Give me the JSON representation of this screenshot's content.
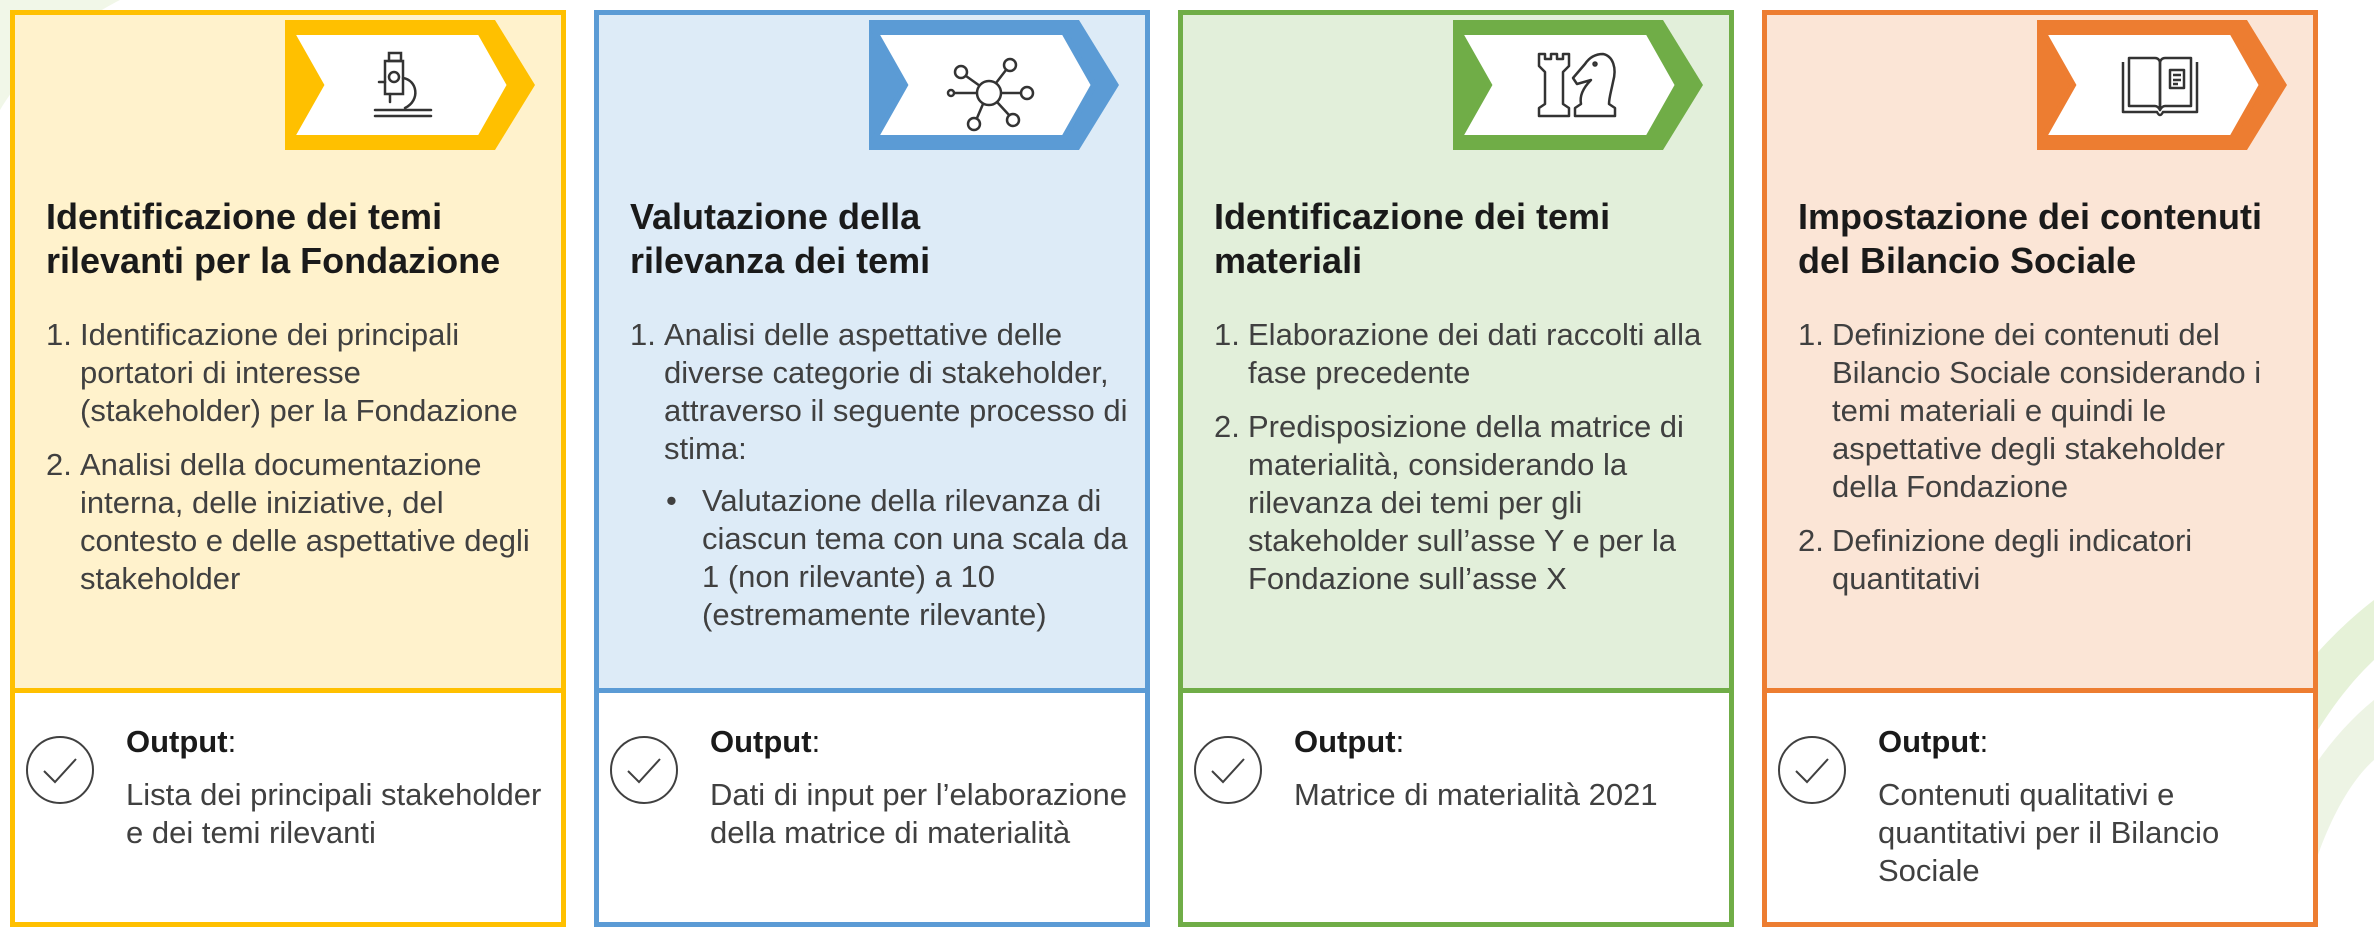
{
  "colors": {
    "yellow": "#FFC000",
    "yellow_bg": "#FFF2CC",
    "blue": "#5B9BD5",
    "blue_bg": "#DDEBF7",
    "green": "#70AD47",
    "green_bg": "#E2EFDA",
    "orange": "#ED7D31",
    "orange_bg": "#FBE5D6"
  },
  "columns": [
    {
      "icon": "microscope-icon",
      "title_lines": [
        "Identificazione dei temi",
        "rilevanti per la Fondazione"
      ],
      "items": [
        {
          "num": "1.",
          "text": "Identificazione dei principali portatori di interesse (stakeholder) per la Fondazione"
        },
        {
          "num": "2.",
          "text": "Analisi della documentazione interna, delle iniziative, del contesto e delle aspettative degli stakeholder"
        }
      ],
      "output_label": "Output",
      "output_text": "Lista dei principali stakeholder e dei temi rilevanti"
    },
    {
      "icon": "network-icon",
      "title_lines": [
        "Valutazione della",
        "rilevanza dei temi"
      ],
      "items": [
        {
          "num": "1.",
          "text": "Analisi delle aspettative delle diverse categorie di stakeholder, attraverso il seguente processo di stima:",
          "sub": [
            {
              "bullet": "•",
              "text": "Valutazione della rilevanza di ciascun tema con una scala da 1 (non rilevante) a 10 (estremamente rilevante)"
            }
          ]
        }
      ],
      "output_label": "Output",
      "output_text": "Dati di input per l’elaborazione della matrice di materialità"
    },
    {
      "icon": "chess-pieces-icon",
      "title_lines": [
        "Identificazione dei temi",
        "materiali"
      ],
      "items": [
        {
          "num": "1.",
          "text": "Elaborazione dei dati raccolti alla fase precedente"
        },
        {
          "num": "2.",
          "text": "Predisposizione della matrice di materialità, considerando la rilevanza dei temi per gli stakeholder sull’asse Y e per la Fondazione sull’asse X"
        }
      ],
      "output_label": "Output",
      "output_text": "Matrice di materialità 2021"
    },
    {
      "icon": "open-book-icon",
      "title_lines": [
        "Impostazione dei contenuti",
        "del Bilancio Sociale"
      ],
      "items": [
        {
          "num": "1.",
          "text": "Definizione dei contenuti del Bilancio Sociale considerando i temi materiali e quindi le aspettative degli stakeholder della Fondazione"
        },
        {
          "num": "2.",
          "text": "Definizione degli indicatori quantitativi"
        }
      ],
      "output_label": "Output",
      "output_text": "Contenuti qualitativi e quantitativi per il Bilancio Sociale"
    }
  ]
}
